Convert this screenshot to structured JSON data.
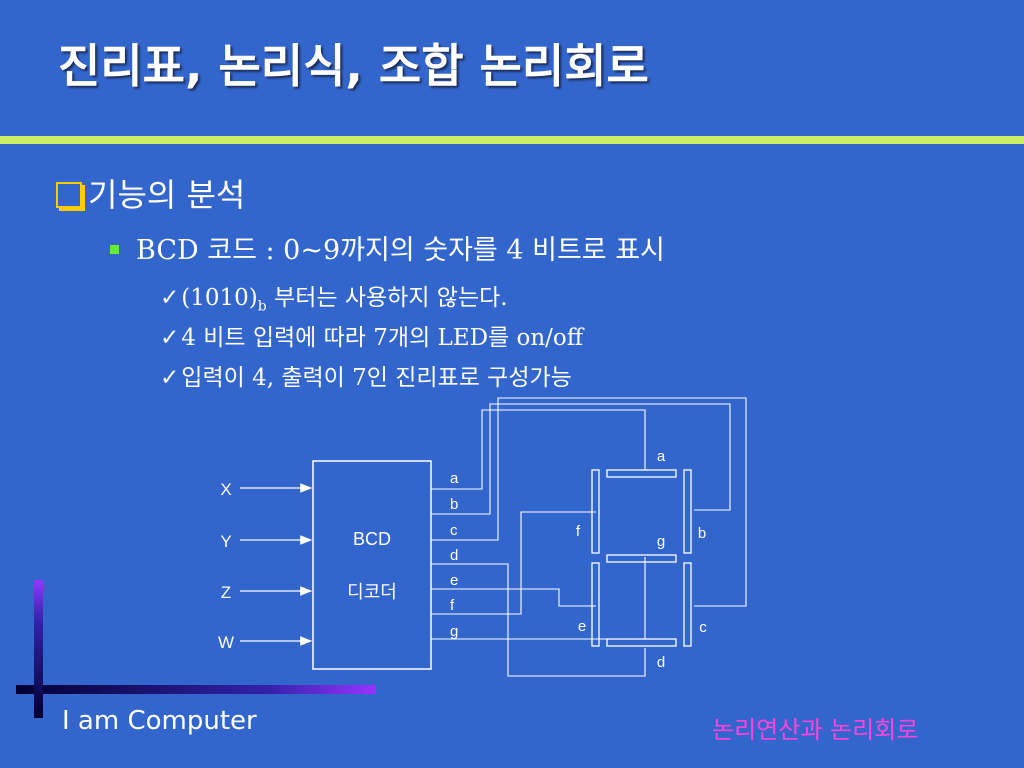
{
  "slide": {
    "title": "진리표, 논리식, 조합 논리회로",
    "bullet1": "기능의 분석",
    "bullet2": "BCD 코드 : 0~9까지의 숫자를 4 비트로 표시",
    "bullet3_pre": "(1010)",
    "bullet3_sub": "b",
    "bullet3_post": " 부터는 사용하지 않는다.",
    "bullet4": "4 비트 입력에 따라 7개의 LED를 on/off",
    "bullet5": "입력이 4, 출력이 7인 진리표로 구성가능",
    "check_glyph": "✓",
    "footer_left": "I am Computer",
    "footer_right": "논리연산과 논리회로"
  },
  "diagram": {
    "inputs": [
      "X",
      "Y",
      "Z",
      "W"
    ],
    "decoder_line1": "BCD",
    "decoder_line2": "디코더",
    "outputs": [
      "a",
      "b",
      "c",
      "d",
      "e",
      "f",
      "g"
    ],
    "segments": {
      "a": "a",
      "b": "b",
      "c": "c",
      "d": "d",
      "e": "e",
      "f": "f",
      "g": "g"
    }
  },
  "colors": {
    "background": "#3366cc",
    "title_rule": "#ccee66",
    "footer_right": "#ff44dd",
    "checkbox": "#ffcc00",
    "bullet_square": "#66ee33"
  }
}
